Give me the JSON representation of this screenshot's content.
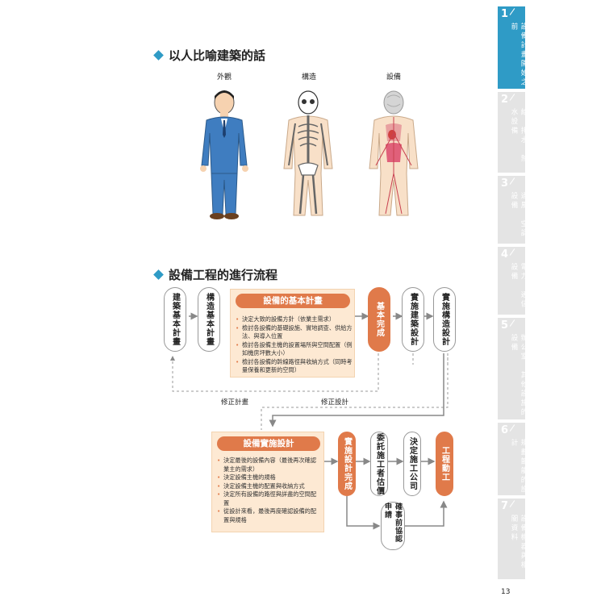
{
  "section1": {
    "title": "以人比喻建築的話"
  },
  "figures": [
    {
      "label": "外觀",
      "icon": "person-exterior-icon"
    },
    {
      "label": "構造",
      "icon": "skeleton-icon"
    },
    {
      "label": "設備",
      "icon": "internal-organs-icon"
    }
  ],
  "section2": {
    "title": "設備工程的進行流程"
  },
  "flow": {
    "step1": "建築基本計畫",
    "step2": "構造基本計畫",
    "basic_plan": {
      "title": "設備的基本計畫",
      "items": [
        "決定大致的設備方針（依業主需求）",
        "檢討各設備的基礎設施、實地調查、供給方法、與導入位置",
        "檢討各設備主機的設置場所與空間配置（例如機房坪數大小）",
        "檢討各設備的幹線路徑與收納方式（同時考量保養和更新的空間）"
      ]
    },
    "basic_complete": "基本完成",
    "impl_arch": "實施建築設計",
    "impl_struct": "實施構造設計",
    "revise_plan": "修正計畫",
    "revise_design": "修正設計",
    "impl_design": {
      "title": "設備實施設計",
      "items": [
        "決定最後的設備內容（最後再次確認業主的需求）",
        "決定設備主機的規格",
        "決定設備主機的配置與收納方式",
        "決定所有設備的路徑與詳盡的空間配置",
        "從設計來看，最後再度確認設備的配置與規格"
      ]
    },
    "impl_complete": "實施設計完成",
    "estimate": "委託施工者估價",
    "contractor": "決定施工公司",
    "construction": "工程動工",
    "pre_confirm": "確事前協認申請"
  },
  "index": [
    {
      "num": "1",
      "label": "設備計畫開始之前",
      "active": true
    },
    {
      "num": "2",
      "label": "給、排水、熱水設備",
      "active": false
    },
    {
      "num": "3",
      "label": "通風、空調設備",
      "active": false
    },
    {
      "num": "4",
      "label": "電力、通信設備",
      "active": false
    },
    {
      "num": "5",
      "label": "辦公室、其他設施的設備",
      "active": false
    },
    {
      "num": "6",
      "label": "規劃節能的設計",
      "active": false
    },
    {
      "num": "7",
      "label": "設備機器與相關資料",
      "active": false
    }
  ],
  "page_number": "13",
  "colors": {
    "accent": "#2f9bc6",
    "orange": "#e07a4a",
    "box": "#fde9d3"
  }
}
